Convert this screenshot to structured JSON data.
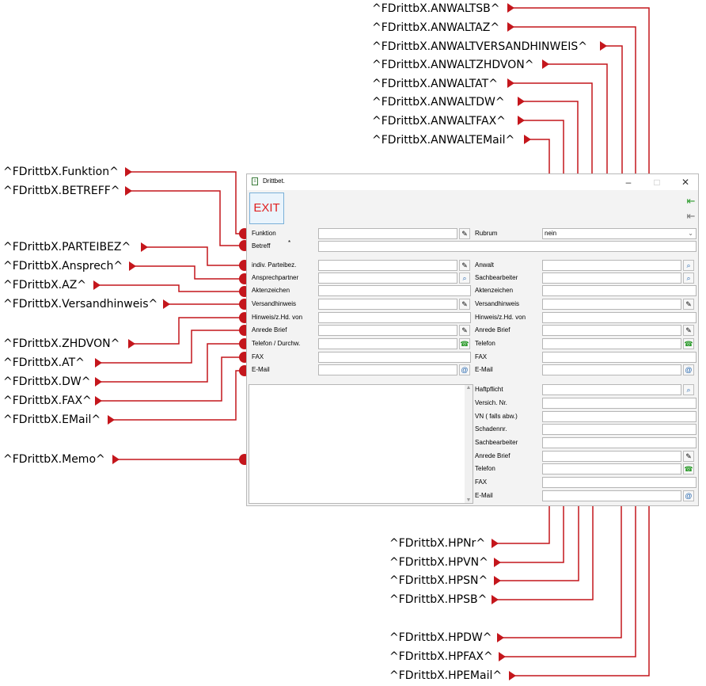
{
  "annotations": {
    "anwaltsb": "^FDrittbX.ANWALTSB^",
    "anwaltaz": "^FDrittbX.ANWALTAZ^",
    "anwaltversandhinweis": "^FDrittbX.ANWALTVERSANDHINWEIS^",
    "anwaltzhdvon": "^FDrittbX.ANWALTZHDVON^",
    "anwaltat": "^FDrittbX.ANWALTAT^",
    "anwaltdw": "^FDrittbX.ANWALTDW^",
    "anwaltfax": "^FDrittbX.ANWALTFAX^",
    "anwaltemail": "^FDrittbX.ANWALTEMail^",
    "funktion": "^FDrittbX.Funktion^",
    "betreff": "^FDrittbX.BETREFF^",
    "parteibez": "^FDrittbX.PARTEIBEZ^",
    "ansprech": "^FDrittbX.Ansprech^",
    "az": "^FDrittbX.AZ^",
    "versandhinweis": "^FDrittbX.Versandhinweis^",
    "zhdvon": "^FDrittbX.ZHDVON^",
    "at": "^FDrittbX.AT^",
    "dw": "^FDrittbX.DW^",
    "fax": "^FDrittbX.FAX^",
    "email": "^FDrittbX.EMail^",
    "memo": "^FDrittbX.Memo^",
    "hpnr": "^FDrittbX.HPNr^",
    "hpvn": "^FDrittbX.HPVN^",
    "hpsn": "^FDrittbX.HPSN^",
    "hpsb": "^FDrittbX.HPSB^",
    "hpdw": "^FDrittbX.HPDW^",
    "hpfax": "^FDrittbX.HPFAX^",
    "hpemail": "^FDrittbX.HPEMail^"
  },
  "window": {
    "title": "Drittbet.",
    "exit_label": "EXIT",
    "icons": [
      "minimize-icon",
      "maximize-icon",
      "close-icon",
      "save-exit-icon",
      "back-icon"
    ]
  },
  "left_form": {
    "funktion": "Funktion",
    "betreff": "Betreff",
    "betreff_mark": "*",
    "parteibez": "indiv. Parteibez.",
    "ansprechpartner": "Ansprechpartner",
    "aktenzeichen": "Aktenzeichen",
    "versandhinweis": "Versandhinweis",
    "hinweis": "Hinweis/z.Hd. von",
    "anrede": "Anrede Brief",
    "telefon": "Telefon / Durchw.",
    "fax": "FAX",
    "email": "E-Mail"
  },
  "right_form": {
    "rubrum": "Rubrum",
    "rubrum_value": "nein",
    "anwalt": "Anwalt",
    "sachbearbeiter": "Sachbearbeiter",
    "aktenzeichen": "Aktenzeichen",
    "versandhinweis": "Versandhinweis",
    "hinweis": "Hinweis/z.Hd. von",
    "anrede": "Anrede Brief",
    "telefon": "Telefon",
    "fax": "FAX",
    "email": "E-Mail",
    "haftpflicht": "Haftpflicht",
    "versich_nr": "Versich. Nr.",
    "vn": "VN ( falls abw.)",
    "schadennr": "Schadennr.",
    "hp_sachbearbeiter": "Sachbearbeiter",
    "hp_anrede": "Anrede Brief",
    "hp_telefon": "Telefon",
    "hp_fax": "FAX",
    "hp_email": "E-Mail"
  },
  "colors": {
    "accent": "#c4161c",
    "exit_text": "#e02020"
  }
}
